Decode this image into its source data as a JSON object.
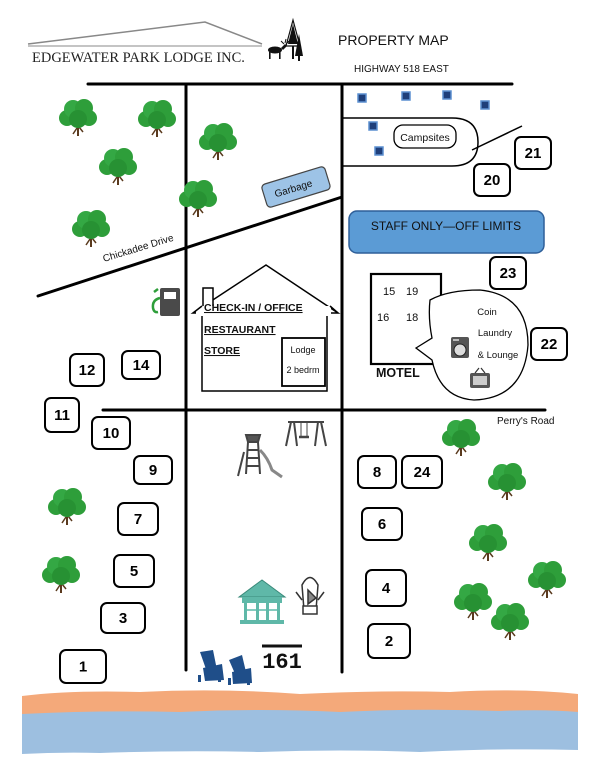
{
  "header": {
    "company": "EDGEWATER PARK LODGE INC.",
    "map_title": "PROPERTY MAP"
  },
  "roads": {
    "highway": "HIGHWAY 518 EAST",
    "chickadee": "Chickadee Drive",
    "perrys": "Perry's Road"
  },
  "areas": {
    "campsites": "Campsites",
    "garbage": "Garbage",
    "staff_only": "STAFF ONLY—OFF LIMITS",
    "office_line1": "CHECK-IN / OFFICE",
    "office_line2": "RESTAURANT",
    "office_line3": "STORE",
    "lodge_line1": "Lodge",
    "lodge_line2": "2 bedrm",
    "motel": "MOTEL",
    "motel_units": [
      "15",
      "19",
      "16",
      "18"
    ],
    "laundry_line1": "Coin",
    "laundry_line2": "Laundry",
    "laundry_line3": "& Lounge",
    "sign_number": "161"
  },
  "cabins": [
    "21",
    "20",
    "23",
    "22",
    "12",
    "14",
    "11",
    "10",
    "9",
    "7",
    "5",
    "3",
    "1",
    "8",
    "24",
    "6",
    "4",
    "2"
  ],
  "colors": {
    "staff_fill": "#5b9bd5",
    "garbage_fill": "#9dc3e6",
    "tree": "#2e9e3a",
    "campsite_marker": "#1f3f7a",
    "sand": "#f4a97a",
    "water": "#9dbfe0"
  },
  "icons": [
    "tree-icon",
    "moose-icon",
    "pine-tree-icon",
    "gas-pump-icon",
    "washing-machine-icon",
    "tv-icon",
    "playground-slide-icon",
    "swing-set-icon",
    "gazebo-icon",
    "lighthouse-icon",
    "adirondack-chairs-icon"
  ]
}
